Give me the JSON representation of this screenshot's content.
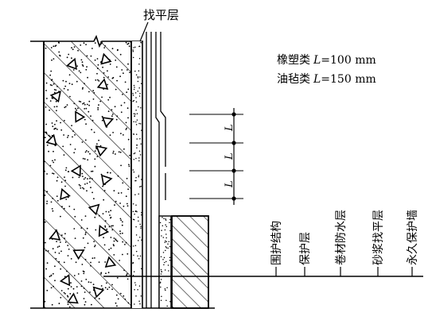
{
  "top_label": "找平层",
  "notes": {
    "rubber_plastic": {
      "material": "橡塑类",
      "var": "L",
      "value": "=100 mm"
    },
    "asphalt_felt": {
      "material": "油毡类",
      "var": "L",
      "value": "=150 mm"
    }
  },
  "lap_dimension_label": "L",
  "layer_labels": [
    "围护结构",
    "保护层",
    "卷材防水层",
    "砂浆找平层",
    "永久保护墙"
  ]
}
